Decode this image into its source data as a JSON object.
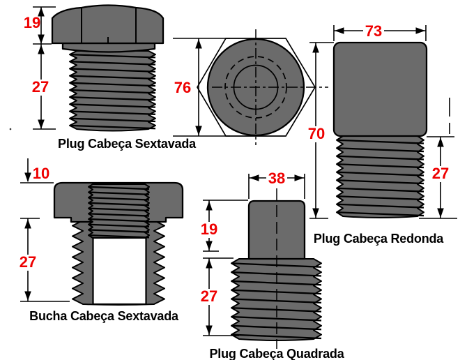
{
  "drawing": {
    "background_color": "#ffffff",
    "colors": {
      "part_fill": "#6b6b6b",
      "outline": "#000000",
      "dimension_text": "#ee0000",
      "label_text": "#000000"
    },
    "parts": {
      "plug_sextavada": {
        "label": "Plug Cabeça Sextavada",
        "dim_head_height": "19",
        "dim_thread_length": "27",
        "dim_across_flats": "76"
      },
      "plug_redonda": {
        "label": "Plug Cabeça Redonda",
        "dim_head_width": "73",
        "dim_overall_height": "70",
        "dim_thread_length": "27"
      },
      "bucha_sextavada": {
        "label": "Bucha Cabeça Sextavada",
        "dim_head_height": "10",
        "dim_body_length": "27"
      },
      "plug_quadrada": {
        "label": "Plug Cabeça Quadrada",
        "dim_head_width": "38",
        "dim_head_height": "19",
        "dim_thread_length": "27"
      }
    }
  }
}
